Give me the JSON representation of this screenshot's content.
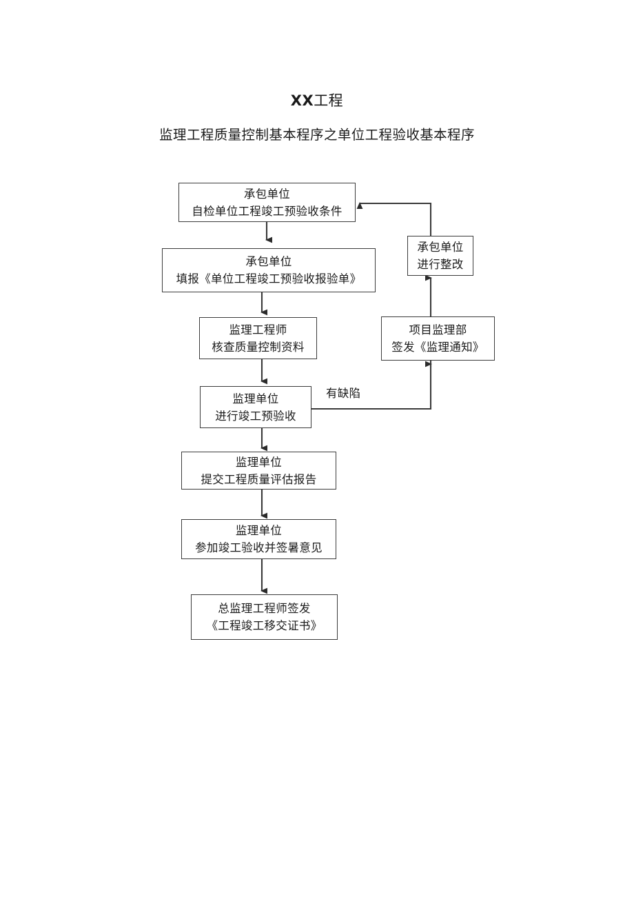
{
  "document": {
    "title_bold_prefix": "XX",
    "title_rest": "工程",
    "subtitle": "监理工程质量控制基本程序之单位工程验收基本程序"
  },
  "flowchart": {
    "type": "flowchart",
    "orientation": "top-to-bottom with right-side rework loop",
    "line_color": "#3a3a3a",
    "nodes": [
      {
        "id": "n1",
        "line1": "承包单位",
        "line2": "自检单位工程竣工预验收条件"
      },
      {
        "id": "n2",
        "line1": "承包单位",
        "line2": "填报《单位工程竣工预验收报验单》"
      },
      {
        "id": "n3",
        "line1": "监理工程师",
        "line2": "核查质量控制资料"
      },
      {
        "id": "n4",
        "line1": "监理单位",
        "line2": "进行竣工预验收"
      },
      {
        "id": "n5",
        "line1": "监理单位",
        "line2": "提交工程质量评估报告"
      },
      {
        "id": "n6",
        "line1": "监理单位",
        "line2": "参加竣工验收并签暑意见"
      },
      {
        "id": "n7",
        "line1": "总监理工程师签发",
        "line2": "《工程竣工移交证书》"
      },
      {
        "id": "r1",
        "line1": "承包单位",
        "line2": "进行整改"
      },
      {
        "id": "r2",
        "line1": "项目监理部",
        "line2": "签发《监理通知》"
      }
    ],
    "edges": [
      {
        "from": "n1",
        "to": "n2",
        "label": ""
      },
      {
        "from": "n2",
        "to": "n3",
        "label": ""
      },
      {
        "from": "n3",
        "to": "n4",
        "label": ""
      },
      {
        "from": "n4",
        "to": "n5",
        "label": ""
      },
      {
        "from": "n5",
        "to": "n6",
        "label": ""
      },
      {
        "from": "n6",
        "to": "n7",
        "label": ""
      },
      {
        "from": "n4",
        "to": "r2",
        "label": "有缺陷"
      },
      {
        "from": "r2",
        "to": "r1",
        "label": ""
      },
      {
        "from": "r1",
        "to": "n1",
        "label": ""
      }
    ],
    "edge_labels": {
      "defect": "有缺陷"
    }
  }
}
